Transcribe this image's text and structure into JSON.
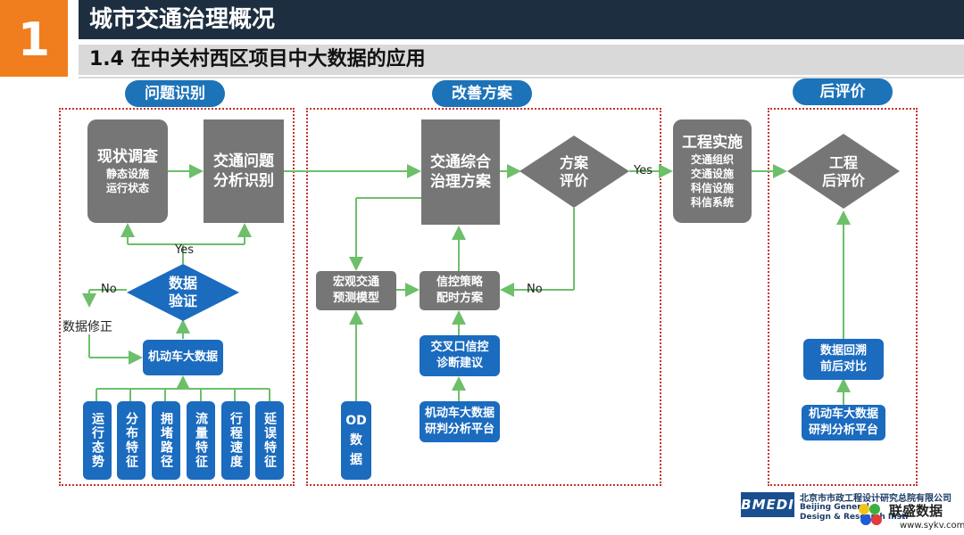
{
  "header": {
    "number": "1",
    "title": "城市交通治理概况",
    "subtitle": "1.4 在中关村西区项目中大数据的应用"
  },
  "sections": {
    "problem": "问题识别",
    "improve": "改善方案",
    "post_eval": "后评价"
  },
  "problem": {
    "status_survey": {
      "title": "现状调查",
      "lines": [
        "静态设施",
        "运行状态"
      ]
    },
    "analysis": [
      "交通问题",
      "分析识别"
    ],
    "validate": [
      "数据",
      "验证"
    ],
    "yes": "Yes",
    "no": "No",
    "data_fix": "数据修正",
    "vehicle_data": "机动车大数据",
    "features": [
      "运行态势",
      "分布特征",
      "拥堵路径",
      "流量特征",
      "行程速度",
      "延误特征"
    ]
  },
  "improve": {
    "plan": [
      "交通综合",
      "治理方案"
    ],
    "evaluate": [
      "方案",
      "评价"
    ],
    "yes": "Yes",
    "no": "No",
    "macro_model": [
      "宏观交通",
      "预测模型"
    ],
    "signal_plan": [
      "信控策略",
      "配时方案"
    ],
    "intersection": [
      "交叉口信控",
      "诊断建议"
    ],
    "platform": [
      "机动车大数据",
      "研判分析平台"
    ],
    "od": [
      "OD",
      "数",
      "据"
    ]
  },
  "implementation": {
    "title": "工程实施",
    "lines": [
      "交通组织",
      "交通设施",
      "科信设施",
      "科信系统"
    ]
  },
  "post": {
    "evaluate": [
      "工程",
      "后评价"
    ],
    "compare": [
      "数据回溯",
      "前后对比"
    ],
    "platform": [
      "机动车大数据",
      "研判分析平台"
    ]
  },
  "logo": {
    "company_cn": "北京市市政工程设计研究总院有限公司",
    "company_en1": "Beijing General",
    "company_en2": "Design & Research Insti",
    "brand": "BMEDI",
    "watermark": "联盛数据",
    "site": "www.sykv.com"
  },
  "colors": {
    "orange": "#f07d1e",
    "navy": "#1d2e40",
    "blue": "#1b6bbf",
    "gray": "#767676",
    "green_line": "#6dbf6a",
    "red_dots": "#c4342e"
  }
}
